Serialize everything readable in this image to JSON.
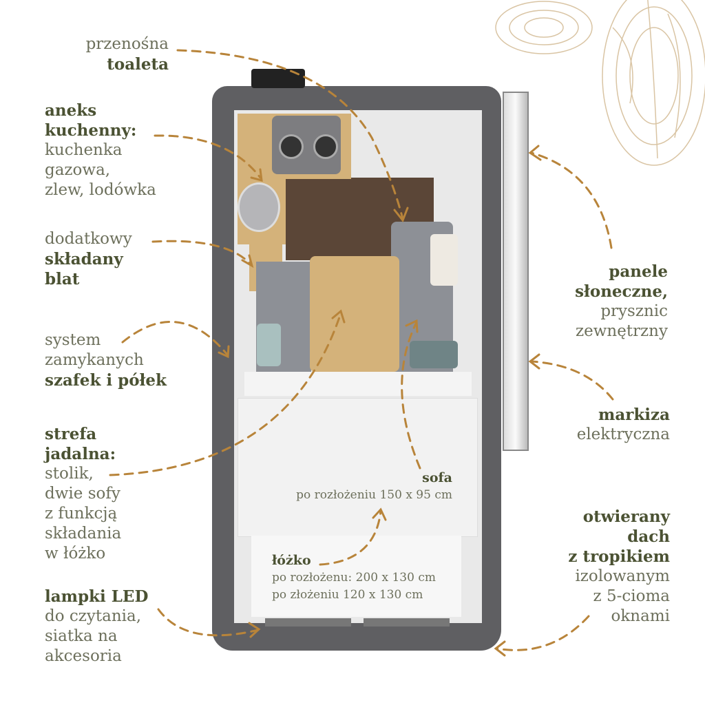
{
  "colors": {
    "bold_text": "#4b5233",
    "light_text": "#6d705c",
    "arrow": "#b8843a",
    "shell": "#5f5f62",
    "wood": "#d4b27a",
    "floor": "#5b4637",
    "sofa": "#8d9096"
  },
  "labels": {
    "toilet": {
      "light": "przenośna",
      "bold": "toaleta"
    },
    "kitchen": {
      "bold": [
        "aneks",
        "kuchenny:"
      ],
      "light": [
        "kuchenka",
        "gazowa,",
        "zlew, lodówka"
      ]
    },
    "counter": {
      "light": "dodatkowy",
      "bold": [
        "składany",
        "blat"
      ]
    },
    "cabinets": {
      "light": [
        "system",
        "zamykanych"
      ],
      "bold": "szafek i półek"
    },
    "dining": {
      "bold": [
        "strefa",
        "jadalna:"
      ],
      "light": [
        "stolik,",
        "dwie sofy",
        "z funkcją",
        "składania",
        "w łóżko"
      ]
    },
    "led": {
      "bold": "lampki LED",
      "light": [
        "do czytania,",
        "siatka na",
        "akcesoria"
      ]
    },
    "solar": {
      "bold": [
        "panele",
        "słoneczne,"
      ],
      "light": [
        "prysznic",
        "zewnętrzny"
      ]
    },
    "awning": {
      "bold": "markiza",
      "light": "elektryczna"
    },
    "roof": {
      "bold": [
        "otwierany",
        "dach",
        "z tropikiem"
      ],
      "light": [
        "izolowanym",
        "z 5-cioma",
        "oknami"
      ]
    },
    "sofa": {
      "bold": "sofa",
      "light": "po rozłożeniu 150 x 95 cm"
    },
    "bed": {
      "bold": "łóżko",
      "light": [
        "po rozłożenu: 200 x 130 cm",
        "po złożeniu 120 x 130 cm"
      ]
    }
  }
}
